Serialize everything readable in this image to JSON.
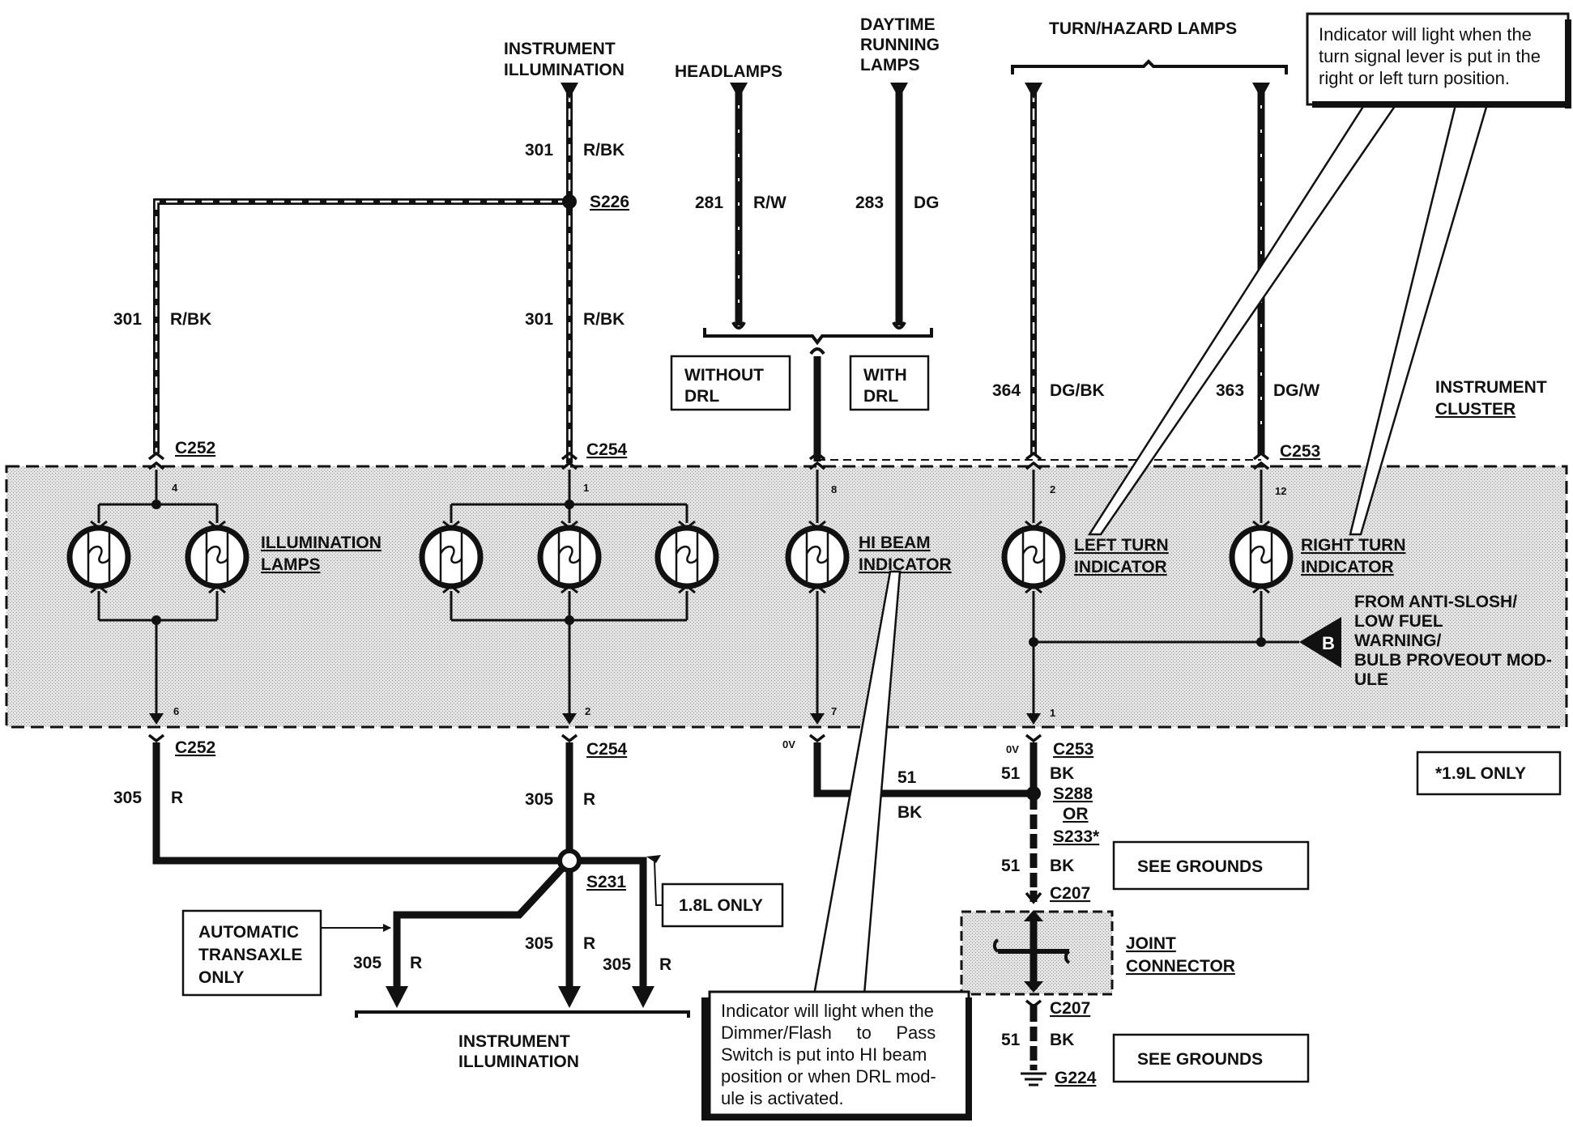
{
  "headers": {
    "instrument_illumination": [
      "INSTRUMENT",
      "ILLUMINATION"
    ],
    "headlamps": "HEADLAMPS",
    "daytime_running": [
      "DAYTIME",
      "RUNNING",
      "LAMPS"
    ],
    "turn_hazard": "TURN/HAZARD LAMPS",
    "instrument_cluster": [
      "INSTRUMENT",
      "CLUSTER"
    ],
    "bottom_instrument_illumination": [
      "INSTRUMENT",
      "ILLUMINATION"
    ]
  },
  "wires": {
    "w301_top": {
      "num": "301",
      "color": "R/BK"
    },
    "w301_left": {
      "num": "301",
      "color": "R/BK"
    },
    "w301_mid": {
      "num": "301",
      "color": "R/BK"
    },
    "w281": {
      "num": "281",
      "color": "R/W"
    },
    "w283": {
      "num": "283",
      "color": "DG"
    },
    "w364": {
      "num": "364",
      "color": "DG/BK"
    },
    "w363": {
      "num": "363",
      "color": "DG/W"
    },
    "w305_left": {
      "num": "305",
      "color": "R"
    },
    "w305_mid": {
      "num": "305",
      "color": "R"
    },
    "w305_b1": {
      "num": "305",
      "color": "R"
    },
    "w305_b2": {
      "num": "305",
      "color": "R"
    },
    "w305_b3": {
      "num": "305",
      "color": "R"
    },
    "w51_h": {
      "num": "51",
      "color": "BK"
    },
    "w51_1": {
      "num": "51",
      "color": "BK"
    },
    "w51_2": {
      "num": "51",
      "color": "BK"
    },
    "w51_3": {
      "num": "51",
      "color": "BK"
    }
  },
  "splices": {
    "s226": "S226",
    "s231": "S231",
    "s288": "S288",
    "or": "OR",
    "s233": "S233*"
  },
  "connectors": {
    "c252_top": "C252",
    "c254_top": "C254",
    "c253_top": "C253",
    "c252_bot": "C252",
    "c254_bot": "C254",
    "c253_bot": "C253",
    "c207_top": "C207",
    "c207_bot": "C207",
    "g224": "G224"
  },
  "pins": {
    "p4": "4",
    "p1": "1",
    "p8": "8",
    "p2": "2",
    "p12": "12",
    "p6": "6",
    "p2b": "2",
    "p7": "7",
    "p1b": "1"
  },
  "voltages": {
    "v1": "0V",
    "v2": "0V"
  },
  "boxes": {
    "without_drl": [
      "WITHOUT",
      "DRL"
    ],
    "with_drl": [
      "WITH",
      "DRL"
    ],
    "only_19l": "*1.9L ONLY",
    "only_18l": "1.8L ONLY",
    "auto_transaxle": [
      "AUTOMATIC",
      "TRANSAXLE",
      "ONLY"
    ],
    "see_grounds_1": "SEE GROUNDS",
    "see_grounds_2": "SEE GROUNDS"
  },
  "components": {
    "illumination_lamps": [
      "ILLUMINATION",
      "LAMPS"
    ],
    "hi_beam": [
      "HI BEAM",
      "INDICATOR"
    ],
    "left_turn": [
      "LEFT TURN",
      "INDICATOR"
    ],
    "right_turn": [
      "RIGHT TURN",
      "INDICATOR"
    ],
    "joint_connector": [
      "JOINT",
      "CONNECTOR"
    ],
    "module_ref": "B",
    "module_text": [
      "FROM ANTI-SLOSH/",
      "LOW FUEL",
      "WARNING/",
      "BULB PROVEOUT MOD-",
      "ULE"
    ]
  },
  "notes": {
    "turn_note": [
      "Indicator will light when the",
      "turn signal lever is put in the",
      "right or left turn position."
    ],
    "hibeam_note": [
      "Indicator will light when the",
      "Dimmer/Flash     to     Pass",
      "Switch is put into HI beam",
      "position or when DRL mod-",
      "ule is activated."
    ]
  }
}
